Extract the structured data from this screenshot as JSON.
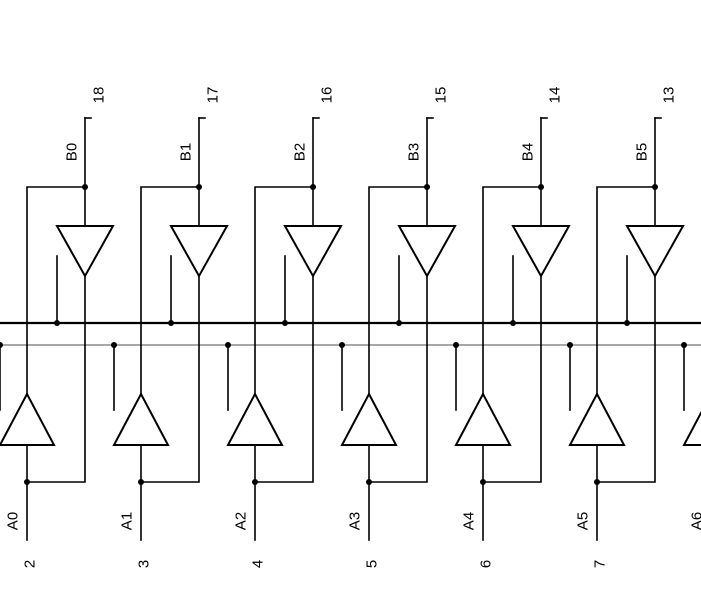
{
  "channels": [
    {
      "a_name": "A0",
      "a_pin": "2",
      "b_name": "B0",
      "b_pin": "18"
    },
    {
      "a_name": "A1",
      "a_pin": "3",
      "b_name": "B1",
      "b_pin": "17"
    },
    {
      "a_name": "A2",
      "a_pin": "4",
      "b_name": "B2",
      "b_pin": "16"
    },
    {
      "a_name": "A3",
      "a_pin": "5",
      "b_name": "B3",
      "b_pin": "15"
    },
    {
      "a_name": "A4",
      "a_pin": "6",
      "b_name": "B4",
      "b_pin": "14"
    },
    {
      "a_name": "A5",
      "a_pin": "7",
      "b_name": "B5",
      "b_pin": "13"
    },
    {
      "a_name": "A6",
      "a_pin": "",
      "b_name": "",
      "b_pin": ""
    }
  ]
}
